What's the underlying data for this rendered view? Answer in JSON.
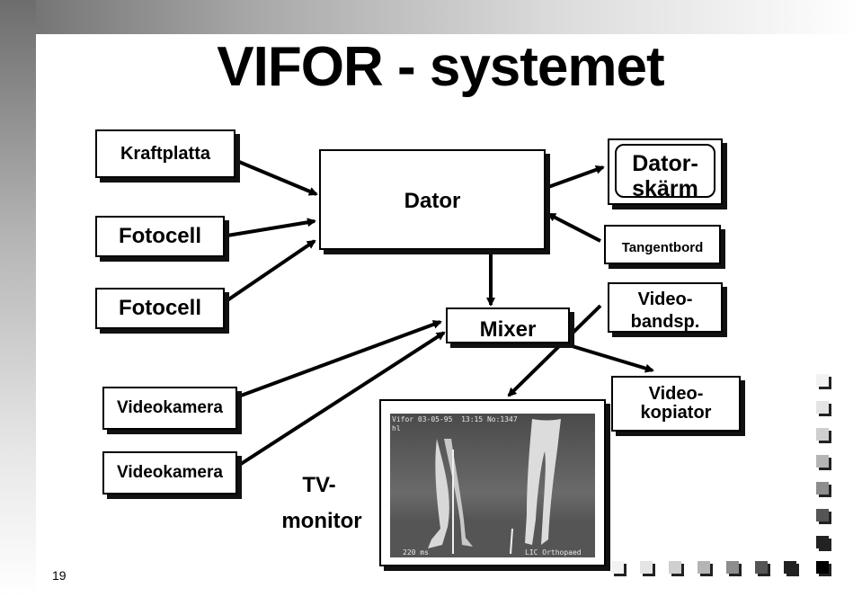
{
  "slide": {
    "title": "VIFOR - systemet",
    "page_number": "19"
  },
  "nodes": {
    "kraftplatta": "Kraftplatta",
    "fotocell_1": "Fotocell",
    "fotocell_2": "Fotocell",
    "videokamera_1": "Videokamera",
    "videokamera_2": "Videokamera",
    "dator": "Dator",
    "mixer": "Mixer",
    "datorskarm_line1": "Dator-",
    "datorskarm_line2": "skärm",
    "tangentbord": "Tangentbord",
    "videobandsp_line1": "Video-",
    "videobandsp_line2": "bandsp.",
    "videokopiator_line1": "Video-",
    "videokopiator_line2": "kopiator",
    "tv_monitor_line1": "TV-",
    "tv_monitor_line2": "monitor"
  },
  "monitor_screen": {
    "overlay_top": "Vifor 03-05-95  13:15 No:1347",
    "overlay_top2": "hl",
    "overlay_bottom_left": "220 ms",
    "overlay_bottom_right": "LIC Orthopaed"
  }
}
